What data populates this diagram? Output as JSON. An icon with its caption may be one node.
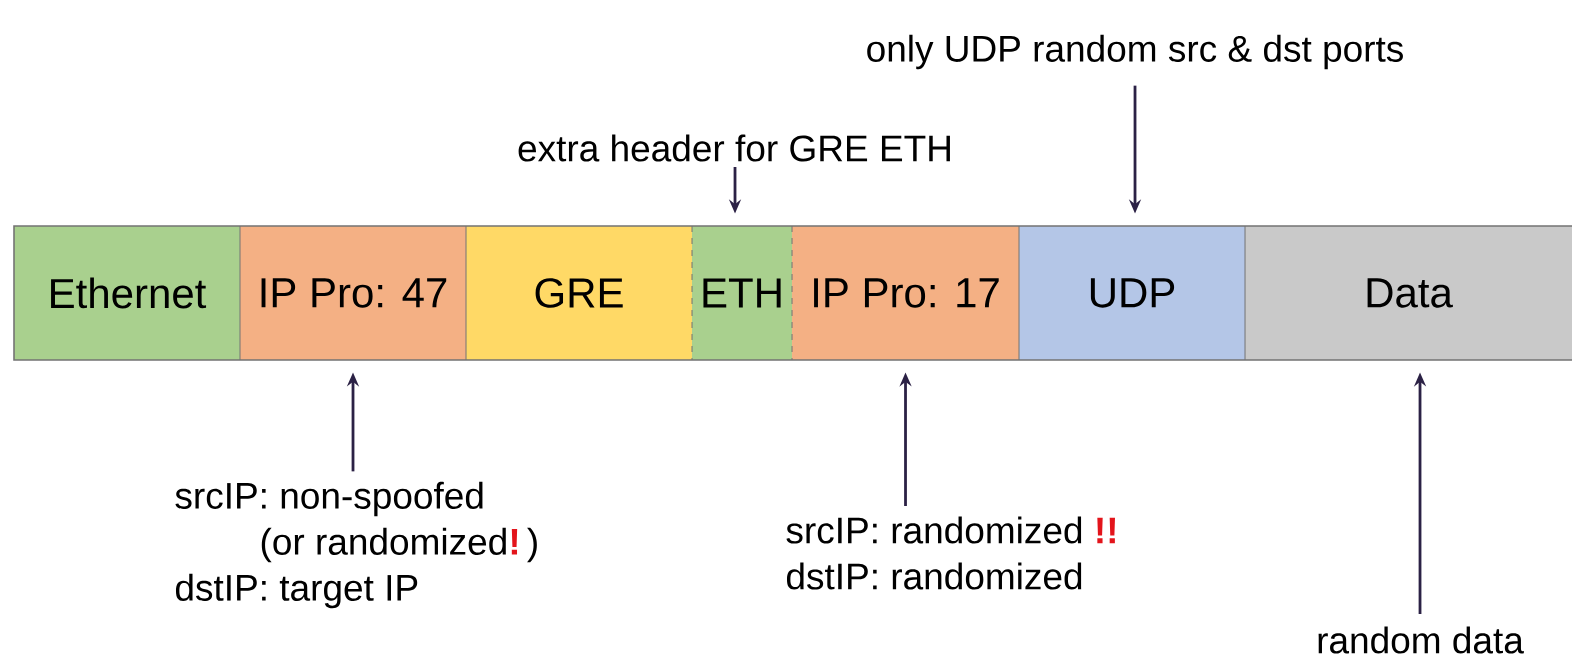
{
  "diagram": {
    "nodes": [
      {
        "text": [
          "Ethernet"
        ]
      },
      {
        "text": [
          "IP Pro: 47"
        ]
      },
      {
        "text": [
          "GRE"
        ]
      },
      {
        "text": [
          "ETH"
        ]
      },
      {
        "text": [
          "IP Pro: 17"
        ]
      },
      {
        "text": [
          "UDP"
        ]
      },
      {
        "text": [
          "Data"
        ]
      },
      {
        "text": [
          "extra header for GRE ETH"
        ]
      },
      {
        "text": [
          "only UDP random src & dst ports"
        ]
      },
      {
        "text": [
          "srcIP: non-spoofed",
          "(or randomized",
          "!",
          ")",
          "dstIP: target IP"
        ]
      },
      {
        "text": [
          "srcIP: randomized",
          "!!",
          "dstIP: randomized"
        ]
      },
      {
        "text": [
          "random data"
        ]
      }
    ],
    "edges": [
      {
        "from": 7,
        "to": 3,
        "arrow": "to"
      },
      {
        "from": 8,
        "to": 5,
        "arrow": "to"
      },
      {
        "from": 9,
        "to": 1,
        "arrow": "to"
      },
      {
        "from": 10,
        "to": 4,
        "arrow": "to"
      },
      {
        "from": 11,
        "to": 6,
        "arrow": "to"
      }
    ]
  }
}
